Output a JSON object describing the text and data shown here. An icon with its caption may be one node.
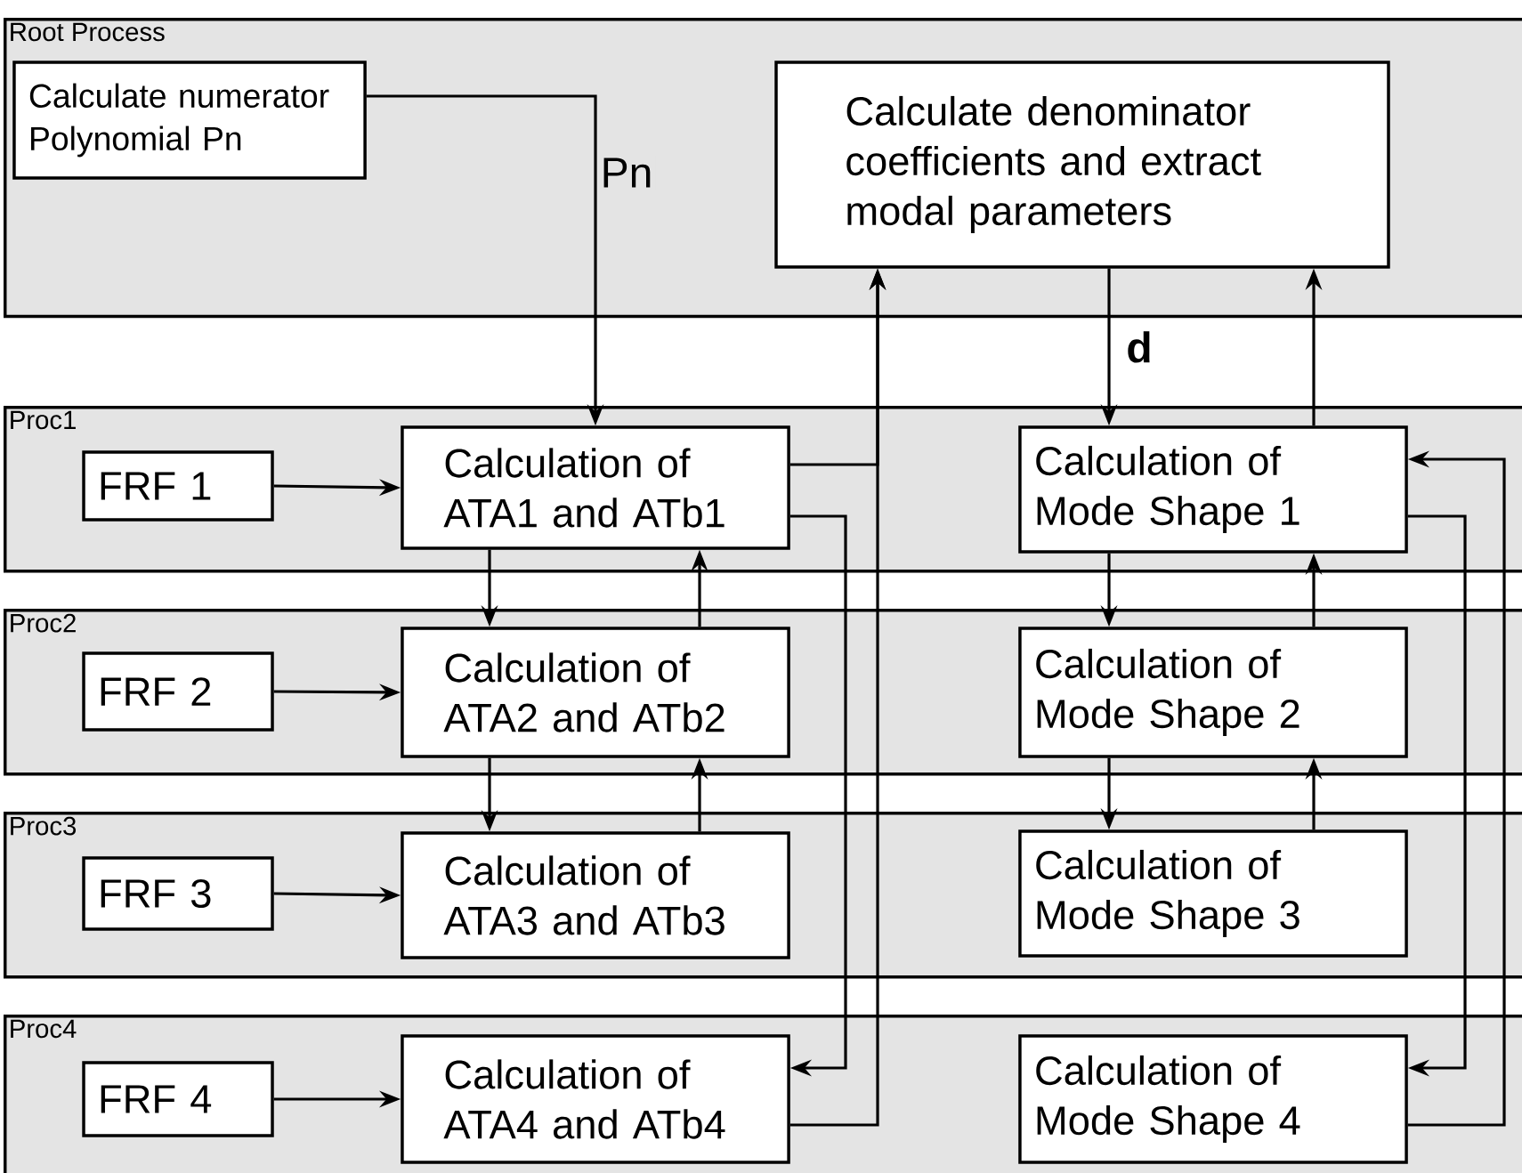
{
  "diagram": {
    "nodes": [
      {
        "text": [
          "Root Process"
        ]
      },
      {
        "text": [
          "Calculate numerator Polynomial Pn"
        ],
        "in": 0
      },
      {
        "text": [
          "Calculate denominator coefficients and extract modal parameters"
        ],
        "in": 0
      },
      {
        "text": [
          "Proc1"
        ]
      },
      {
        "text": [
          "FRF 1"
        ],
        "in": 3
      },
      {
        "text": [
          "Calculation of ATA1 and ATb1"
        ],
        "in": 3
      },
      {
        "text": [
          "Calculation of Mode Shape 1"
        ],
        "in": 3
      },
      {
        "text": [
          "Proc2"
        ]
      },
      {
        "text": [
          "FRF 2"
        ],
        "in": 7
      },
      {
        "text": [
          "Calculation of ATA2 and ATb2"
        ],
        "in": 7
      },
      {
        "text": [
          "Calculation of Mode Shape 2"
        ],
        "in": 7
      },
      {
        "text": [
          "Proc3"
        ]
      },
      {
        "text": [
          "FRF 3"
        ],
        "in": 11
      },
      {
        "text": [
          "Calculation of ATA3 and ATb3"
        ],
        "in": 11
      },
      {
        "text": [
          "Calculation of Mode Shape 3"
        ],
        "in": 11
      },
      {
        "text": [
          "Proc4"
        ]
      },
      {
        "text": [
          "FRF 4"
        ],
        "in": 15
      },
      {
        "text": [
          "Calculation of ATA4 and ATb4"
        ],
        "in": 15
      },
      {
        "text": [
          "Calculation of Mode Shape 4"
        ],
        "in": 15
      }
    ],
    "edges": [
      {
        "from": 1,
        "to": 5,
        "arrow": "to",
        "label": "Pn"
      },
      {
        "from": 2,
        "to": 6,
        "arrow": "to",
        "label": "d"
      },
      {
        "from": 6,
        "to": 2,
        "arrow": "to"
      },
      {
        "from": 4,
        "to": 5,
        "arrow": "to"
      },
      {
        "from": 8,
        "to": 9,
        "arrow": "to"
      },
      {
        "from": 12,
        "to": 13,
        "arrow": "to"
      },
      {
        "from": 16,
        "to": 17,
        "arrow": "to"
      },
      {
        "from": 5,
        "to": 9,
        "arrow": "to"
      },
      {
        "from": 9,
        "to": 5,
        "arrow": "to"
      },
      {
        "from": 9,
        "to": 13,
        "arrow": "to"
      },
      {
        "from": 13,
        "to": 9,
        "arrow": "to"
      },
      {
        "from": 5,
        "to": 17,
        "arrow": "to"
      },
      {
        "from": 5,
        "to": 2,
        "arrow": "to"
      },
      {
        "from": 17,
        "to": 2,
        "arrow": "to"
      },
      {
        "from": 6,
        "to": 10,
        "arrow": "to"
      },
      {
        "from": 10,
        "to": 6,
        "arrow": "to"
      },
      {
        "from": 10,
        "to": 14,
        "arrow": "to"
      },
      {
        "from": 14,
        "to": 10,
        "arrow": "to"
      },
      {
        "from": 6,
        "to": 18,
        "arrow": "to"
      },
      {
        "from": 18,
        "to": 6,
        "arrow": "to"
      }
    ]
  }
}
